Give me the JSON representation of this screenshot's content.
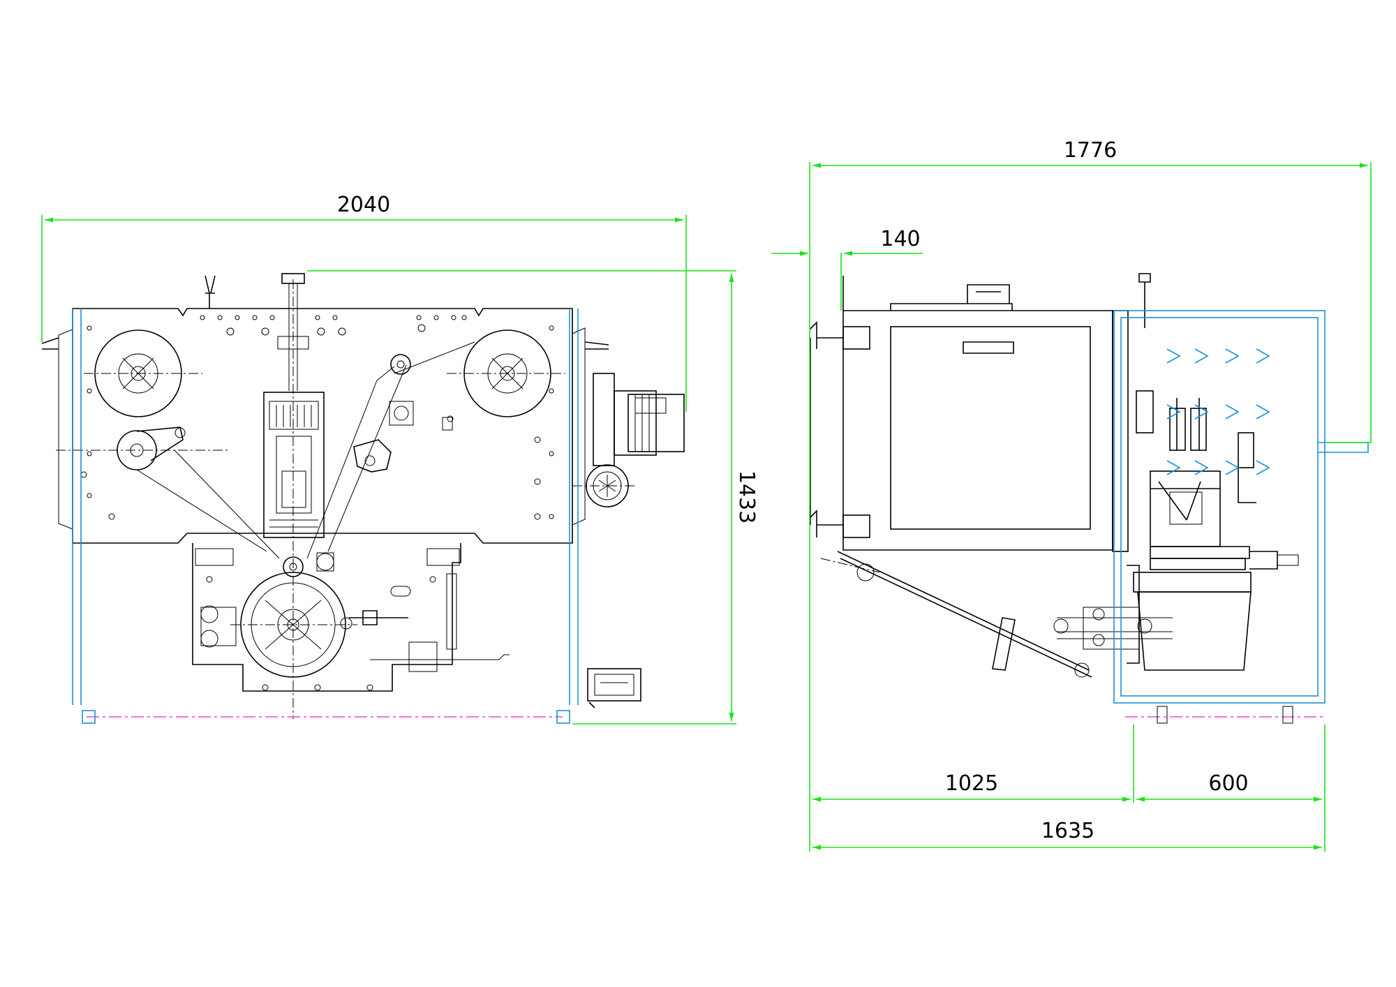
{
  "views": {
    "front": {
      "dimensions": {
        "overall_width": "2040",
        "overall_height": "1433"
      }
    },
    "side": {
      "dimensions": {
        "overall_width": "1776",
        "offset": "140",
        "left_section": "1025",
        "right_section": "600",
        "base_length": "1635"
      }
    }
  },
  "colors": {
    "linework": "#000000",
    "dimension_lines": "#19e319",
    "frame_outline": "#1e90d6",
    "floor_line": "#e64ad8"
  }
}
